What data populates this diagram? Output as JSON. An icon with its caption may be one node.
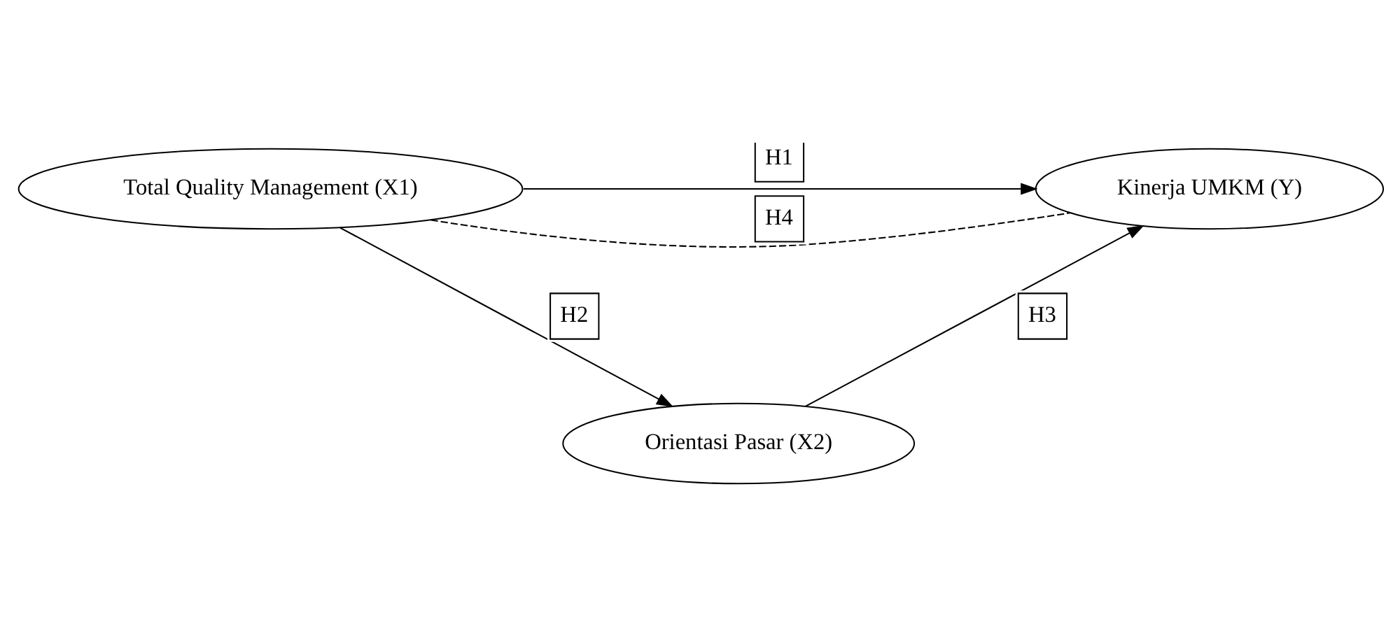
{
  "diagram": {
    "nodes": [
      {
        "text": [
          "Total Quality Management (X1)"
        ]
      },
      {
        "text": [
          "Kinerja UMKM (Y)"
        ]
      },
      {
        "text": [
          "Orientasi Pasar (X2)"
        ]
      }
    ],
    "edges": [
      {
        "from": 0,
        "to": 1,
        "arrow": "to",
        "label": "H1"
      },
      {
        "from": 0,
        "to": 1,
        "arrow": "none",
        "label": "H4",
        "style": "dashed"
      },
      {
        "from": 0,
        "to": 2,
        "arrow": "to",
        "label": "H2"
      },
      {
        "from": 2,
        "to": 1,
        "arrow": "to",
        "label": "H3"
      }
    ]
  }
}
